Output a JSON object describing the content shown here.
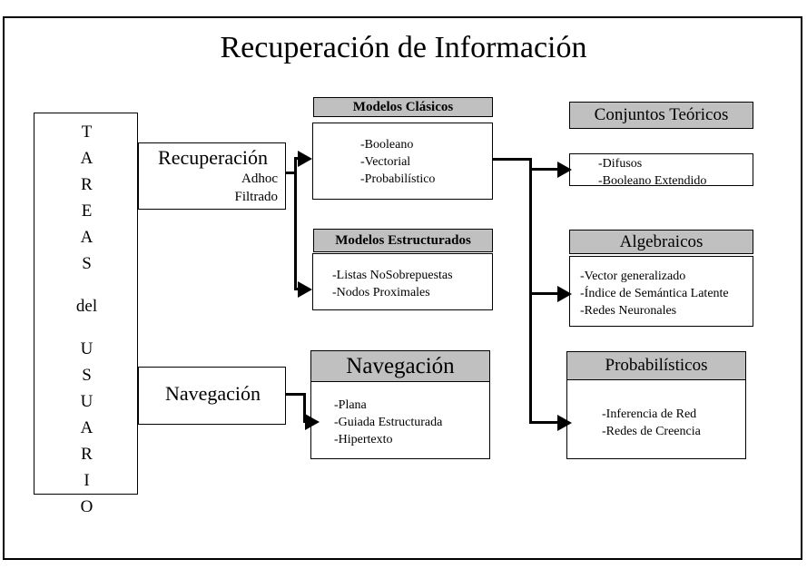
{
  "title": "Recuperación de Información",
  "tareas": {
    "name": "TAREAS del USUARIO",
    "letters": [
      "T",
      "A",
      "R",
      "E",
      "A",
      "S",
      "",
      "del",
      "",
      "U",
      "S",
      "U",
      "A",
      "R",
      "I",
      "O"
    ]
  },
  "tasks": [
    {
      "id": "recuperacion",
      "label": "Recuperación",
      "sublabels": [
        "Adhoc",
        "Filtrado"
      ]
    },
    {
      "id": "navegacion",
      "label": "Navegación",
      "sublabels": []
    }
  ],
  "models": [
    {
      "id": "modelos-clasicos",
      "header": "Modelos Clásicos",
      "items": [
        "-Booleano",
        "-Vectorial",
        "-Probabilístico"
      ]
    },
    {
      "id": "modelos-estructurados",
      "header": "Modelos Estructurados",
      "items": [
        "-Listas NoSobrepuestas",
        "-Nodos Proximales"
      ]
    },
    {
      "id": "navegacion-modelos",
      "header": "Navegación",
      "items": [
        "-Plana",
        "-Guiada Estructurada",
        "-Hipertexto"
      ]
    }
  ],
  "categories": [
    {
      "id": "conjuntos-teoricos",
      "header": "Conjuntos Teóricos",
      "items": [
        "-Difusos",
        "-Booleano Extendido"
      ]
    },
    {
      "id": "algebraicos",
      "header": "Algebraicos",
      "items": [
        "-Vector generalizado",
        "-Índice de Semántica Latente",
        "-Redes Neuronales"
      ]
    },
    {
      "id": "probabilisticos",
      "header": "Probabilísticos",
      "items": [
        "-Inferencia de Red",
        "-Redes de Creencia"
      ]
    }
  ],
  "colors": {
    "header_fill": "#c0c0c0",
    "box_fill": "#ffffff",
    "stroke": "#000000",
    "text": "#000000"
  }
}
